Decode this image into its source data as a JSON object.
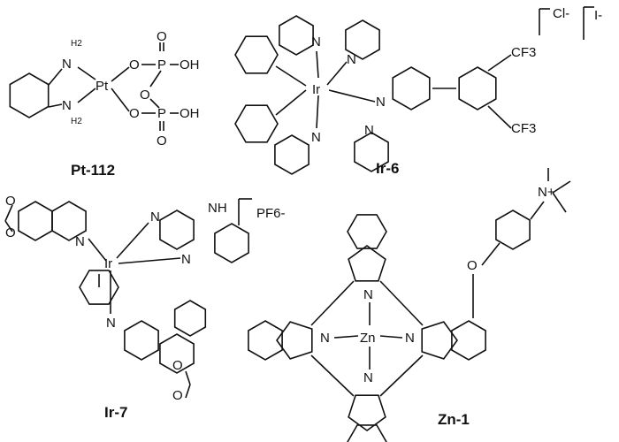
{
  "compounds": {
    "pt112": {
      "label": "Pt-112",
      "metal": "Pt",
      "nh_top": "N",
      "h2_top": "H2",
      "nh_bot": "N",
      "h2_bot": "H2",
      "o1": "O",
      "o2": "O",
      "o3": "O",
      "o4": "O",
      "o5": "O",
      "p1": "P",
      "p2": "P",
      "oh1": "OH",
      "oh2": "OH"
    },
    "ir6": {
      "label": "Ir-6",
      "metal": "Ir",
      "n": "N",
      "cf3": "CF3",
      "counterion": "Cl-"
    },
    "ir7": {
      "label": "Ir-7",
      "metal": "Ir",
      "n": "N",
      "nh": "NH",
      "o": "O",
      "counterion": "PF6-"
    },
    "zn1": {
      "label": "Zn-1",
      "metal": "Zn",
      "n": "N",
      "o": "O",
      "n_plus": "N+",
      "counterion": "I-"
    }
  }
}
